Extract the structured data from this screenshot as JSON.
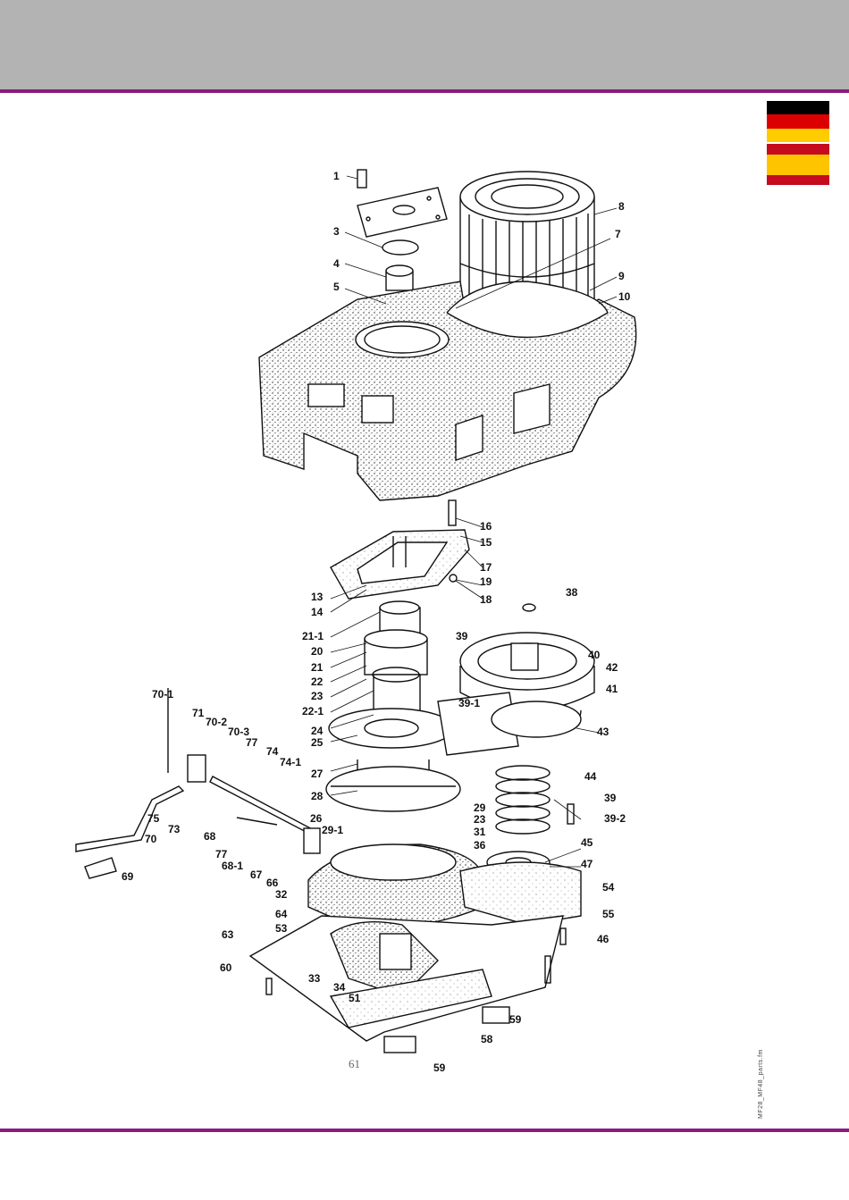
{
  "colors": {
    "header_band": "#b3b3b3",
    "accent_rule": "#8a1c7c",
    "flag_black": "#000000",
    "flag_red": "#dd0000",
    "flag_gold": "#ffcc00",
    "flag_es_red": "#c60b1e",
    "flag_es_yellow": "#ffc400"
  },
  "flags": [
    {
      "name": "germany-flag",
      "country": "de"
    },
    {
      "name": "spain-flag",
      "country": "es"
    }
  ],
  "footer": {
    "file_id": "MF28_MF48_parts.fm"
  },
  "labels": {
    "l1": "1",
    "l3": "3",
    "l4": "4",
    "l5": "5",
    "l7": "7",
    "l8": "8",
    "l9": "9",
    "l10": "10",
    "l16": "16",
    "l15": "15",
    "l17": "17",
    "l19": "19",
    "l18": "18",
    "l13": "13",
    "l14": "14",
    "l38": "38",
    "l21_1": "21-1",
    "l20": "20",
    "l21": "21",
    "l22": "22",
    "l23": "23",
    "l22_1": "22-1",
    "l24": "24",
    "l25": "25",
    "l39a": "39",
    "l39_1": "39-1",
    "l40": "40",
    "l42": "42",
    "l41": "41",
    "l43": "43",
    "l27": "27",
    "l28": "28",
    "l44": "44",
    "l39b": "39",
    "l39_2": "39-2",
    "l70_1": "70-1",
    "l71": "71",
    "l70_2": "70-2",
    "l70_3": "70-3",
    "l77a": "77",
    "l74": "74",
    "l74_1": "74-1",
    "l75": "75",
    "l73": "73",
    "l70": "70",
    "l68": "68",
    "l77b": "77",
    "l68_1": "68-1",
    "l67": "67",
    "l66": "66",
    "l69": "69",
    "l26": "26",
    "l29_1": "29-1",
    "l29": "29",
    "l23b": "23",
    "l31": "31",
    "l36": "36",
    "l45": "45",
    "l47": "47",
    "l32": "32",
    "l64": "64",
    "l53": "53",
    "l54": "54",
    "l55": "55",
    "l63": "63",
    "l46": "46",
    "l60": "60",
    "l33": "33",
    "l34": "34",
    "l51": "51",
    "l59a": "59",
    "l58": "58",
    "l61": "61",
    "l59b": "59"
  }
}
